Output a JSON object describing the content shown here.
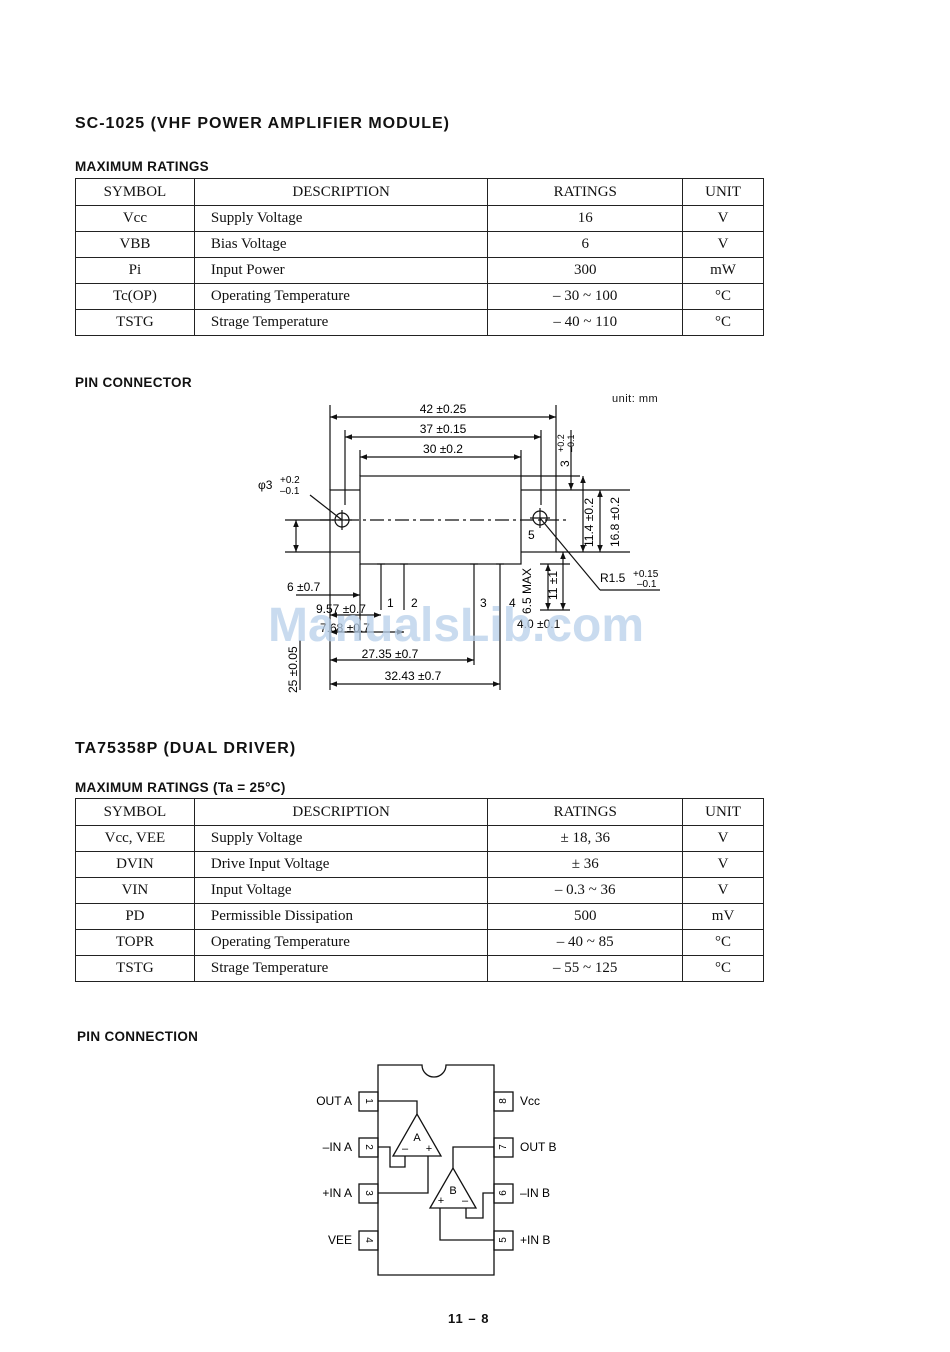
{
  "section1": {
    "title": "SC-1025 (VHF POWER AMPLIFIER MODULE)",
    "ratings_heading": "MAXIMUM RATINGS",
    "table": {
      "headers": [
        "SYMBOL",
        "DESCRIPTION",
        "RATINGS",
        "UNIT"
      ],
      "rows": [
        {
          "symbol": "Vcc",
          "description": "Supply Voltage",
          "rating": "16",
          "unit": "V"
        },
        {
          "symbol": "VBB",
          "description": "Bias Voltage",
          "rating": "6",
          "unit": "V"
        },
        {
          "symbol": "Pi",
          "description": "Input Power",
          "rating": "300",
          "unit": "mW"
        },
        {
          "symbol": "Tc(OP)",
          "description": "Operating Temperature",
          "rating": "– 30 ~ 100",
          "unit": "°C"
        },
        {
          "symbol": "TSTG",
          "description": "Strage Temperature",
          "rating": "– 40 ~ 110",
          "unit": "°C"
        }
      ]
    },
    "pin_heading": "PIN CONNECTOR",
    "unit_note": "unit: mm",
    "dims": {
      "d42": "42 ±0.25",
      "d37": "37 ±0.15",
      "d30": "30 ±0.2",
      "phi": "φ3",
      "phi_tol_plus": "+0.2",
      "phi_tol_minus": "–0.1",
      "d6": "6 ±0.7",
      "d957": "9.57 ±0.7",
      "d768": "7.68 ±0.7",
      "d2735": "27.35 ±0.7",
      "d3243": "32.43 ±0.7",
      "d25": "25 ±0.05",
      "d3": "3",
      "d3_plus": "+0.2",
      "d3_minus": "–0.1",
      "d114": "11.4 ±0.2",
      "d168": "16.8 ±0.2",
      "d65": "6.5 MAX",
      "d11": "11 ±1",
      "d40": "4.0 ±0.1",
      "r15": "R1.5",
      "r15_plus": "+0.15",
      "r15_minus": "–0.1",
      "pins": [
        "1",
        "2",
        "3",
        "4",
        "5"
      ]
    }
  },
  "watermark": "ManualsLib.com",
  "section2": {
    "title": "TA75358P (DUAL DRIVER)",
    "ratings_heading": "MAXIMUM RATINGS (Ta = 25°C)",
    "table": {
      "headers": [
        "SYMBOL",
        "DESCRIPTION",
        "RATINGS",
        "UNIT"
      ],
      "rows": [
        {
          "symbol": "Vcc, VEE",
          "description": "Supply Voltage",
          "rating": "± 18, 36",
          "unit": "V"
        },
        {
          "symbol": "DVIN",
          "description": "Drive Input Voltage",
          "rating": "± 36",
          "unit": "V"
        },
        {
          "symbol": "VIN",
          "description": "Input Voltage",
          "rating": "– 0.3 ~ 36",
          "unit": "V"
        },
        {
          "symbol": "PD",
          "description": "Permissible Dissipation",
          "rating": "500",
          "unit": "mV"
        },
        {
          "symbol": "TOPR",
          "description": "Operating Temperature",
          "rating": "– 40 ~ 85",
          "unit": "°C"
        },
        {
          "symbol": "TSTG",
          "description": "Strage Temperature",
          "rating": "– 55 ~ 125",
          "unit": "°C"
        }
      ]
    },
    "pin_heading": "PIN CONNECTION",
    "ic": {
      "left_labels": [
        "OUT A",
        "–IN A",
        "+IN A",
        "VEE"
      ],
      "right_labels": [
        "Vcc",
        "OUT B",
        "–IN B",
        "+IN B"
      ],
      "left_pins": [
        "1",
        "2",
        "3",
        "4"
      ],
      "right_pins": [
        "8",
        "7",
        "6",
        "5"
      ],
      "amp_a": "A",
      "amp_b": "B",
      "minus": "–",
      "plus": "+"
    }
  },
  "page_number": "11 – 8"
}
